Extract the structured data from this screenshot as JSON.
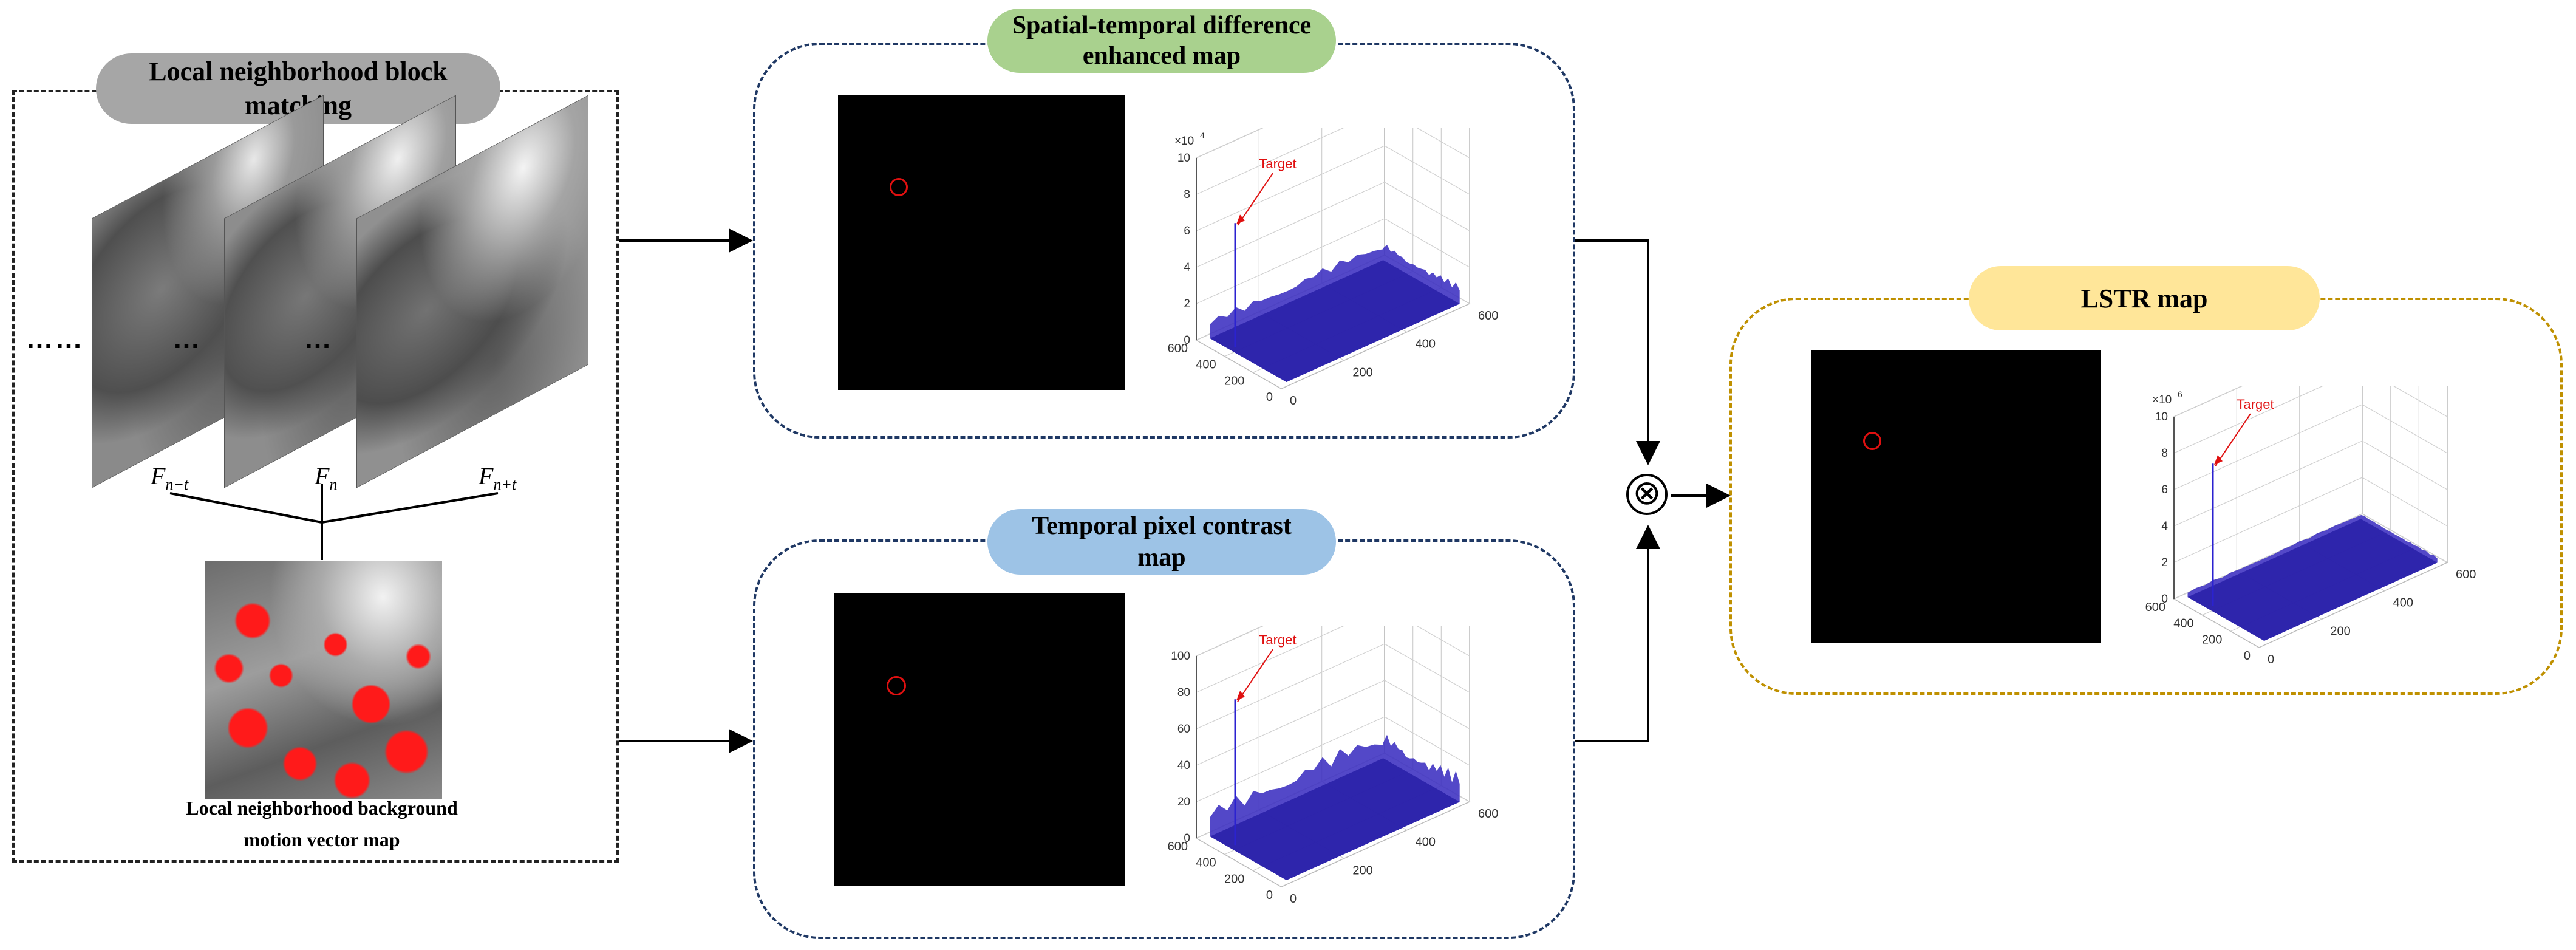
{
  "left_panel": {
    "title": "Local neighborhood block matching",
    "frame_labels": {
      "prev": {
        "base": "F",
        "sub": "n−t"
      },
      "curr": {
        "base": "F",
        "sub": "n"
      },
      "next": {
        "base": "F",
        "sub": "n+t"
      }
    },
    "ellipsis_outer": "……",
    "ellipsis_inner": "…",
    "motion_caption_line1": "Local neighborhood background",
    "motion_caption_line2": "motion vector map"
  },
  "spatial_panel": {
    "title_line1": "Spatial-temporal difference",
    "title_line2": "enhanced map",
    "plot": {
      "z_ticks": [
        "0",
        "2",
        "4",
        "6",
        "8",
        "10"
      ],
      "z_exponent_base": "×10",
      "z_exponent": "4",
      "y_ticks": [
        "0",
        "200",
        "400",
        "600"
      ],
      "x_ticks": [
        "0",
        "200",
        "400",
        "600"
      ],
      "target_label": "Target"
    }
  },
  "temporal_panel": {
    "title_line1": "Temporal pixel contrast",
    "title_line2": "map",
    "plot": {
      "z_ticks": [
        "0",
        "20",
        "40",
        "60",
        "80",
        "100"
      ],
      "y_ticks": [
        "0",
        "200",
        "400",
        "600"
      ],
      "x_ticks": [
        "0",
        "200",
        "400",
        "600"
      ],
      "target_label": "Target"
    }
  },
  "lstr_panel": {
    "title": "LSTR map",
    "plot": {
      "z_ticks": [
        "0",
        "2",
        "4",
        "6",
        "8",
        "10"
      ],
      "z_exponent_base": "×10",
      "z_exponent": "6",
      "y_ticks": [
        "0",
        "200",
        "400",
        "600"
      ],
      "x_ticks": [
        "0",
        "200",
        "400",
        "600"
      ],
      "target_label": "Target"
    }
  },
  "operator_symbol": "⊗",
  "colors": {
    "gray_pill": "#a6a6a6",
    "green_pill": "#a9d18e",
    "blue_pill": "#9dc3e6",
    "yellow_pill": "#ffe699",
    "navy_dash": "#1f3864",
    "gold_dash": "#bf9000",
    "surface": "#3b2fc0",
    "target_red": "#e01010"
  }
}
